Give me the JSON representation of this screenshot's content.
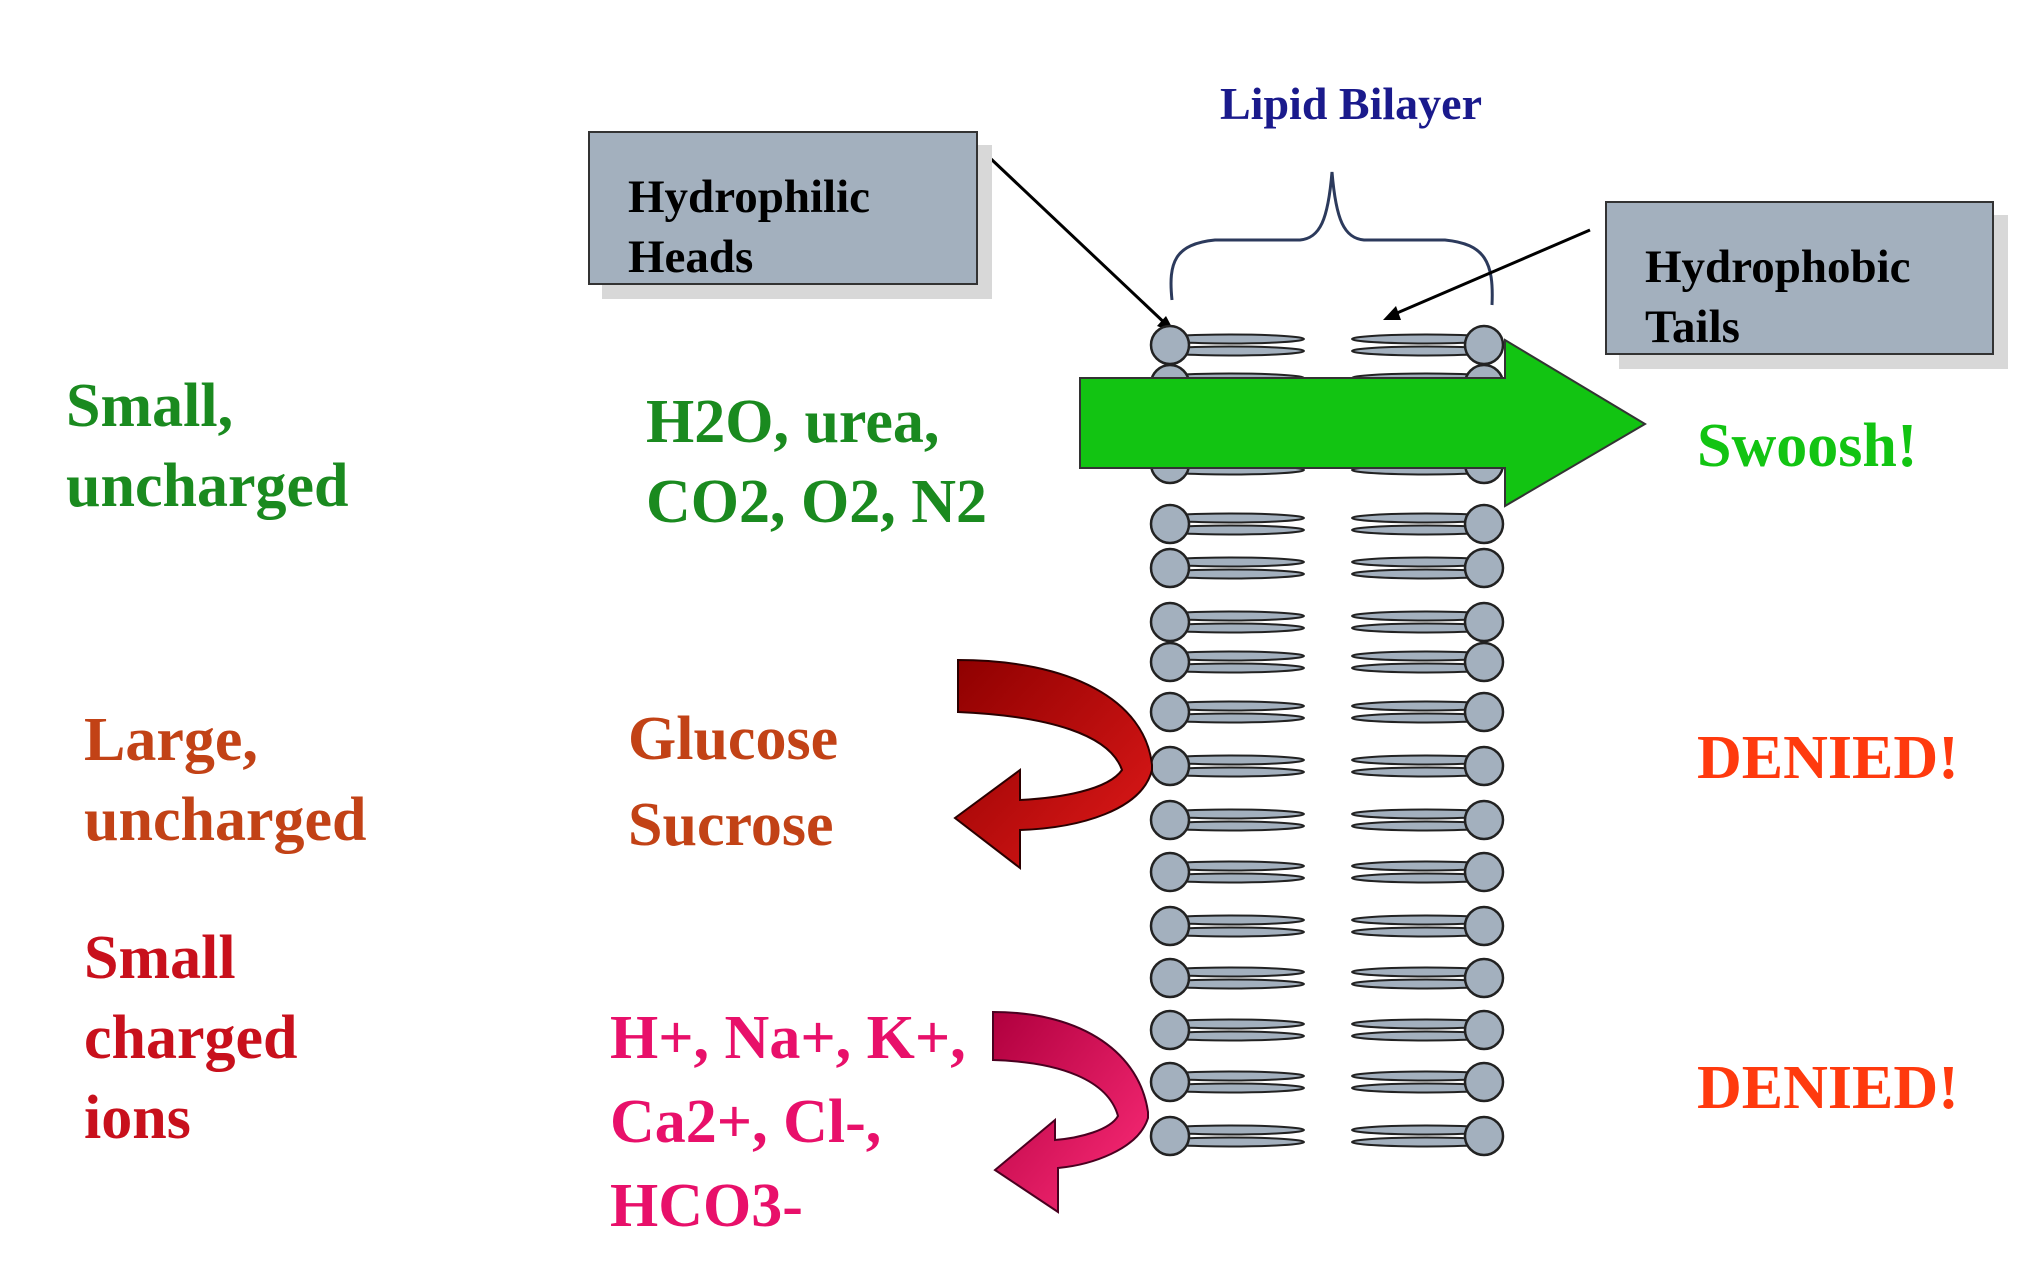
{
  "colors": {
    "green_dark": "#1a8a1f",
    "green_bright": "#12c412",
    "brown": "#c24216",
    "red": "#c8101c",
    "magenta": "#e8106a",
    "orange_red": "#ff3a0e",
    "navy": "#1a1a8c",
    "box_fill": "#a3b0be"
  },
  "header": {
    "lipid_bilayer": "Lipid Bilayer"
  },
  "callouts": {
    "heads": {
      "line1": "Hydrophilic",
      "line2": "Heads"
    },
    "tails": {
      "line1": "Hydrophobic",
      "line2": "Tails"
    }
  },
  "rows": {
    "small_uncharged": {
      "category_line1": "Small,",
      "category_line2": "uncharged",
      "examples_line1": "H2O, urea,",
      "examples_line2": "CO2, O2, N2",
      "outcome": "Swoosh!",
      "arrow_icon": "straight-right-arrow"
    },
    "large_uncharged": {
      "category_line1": "Large,",
      "category_line2": "uncharged",
      "examples_line1": "Glucose",
      "examples_line2": "Sucrose",
      "outcome": "DENIED!",
      "arrow_icon": "curved-deflect-arrow"
    },
    "small_charged": {
      "category_line1": "Small",
      "category_line2": "charged",
      "category_line3": "ions",
      "examples_line1": "H+, Na+, K+,",
      "examples_line2": "Ca2+, Cl-,",
      "examples_line3": "HCO3-",
      "outcome": "DENIED!",
      "arrow_icon": "curved-deflect-arrow"
    }
  }
}
